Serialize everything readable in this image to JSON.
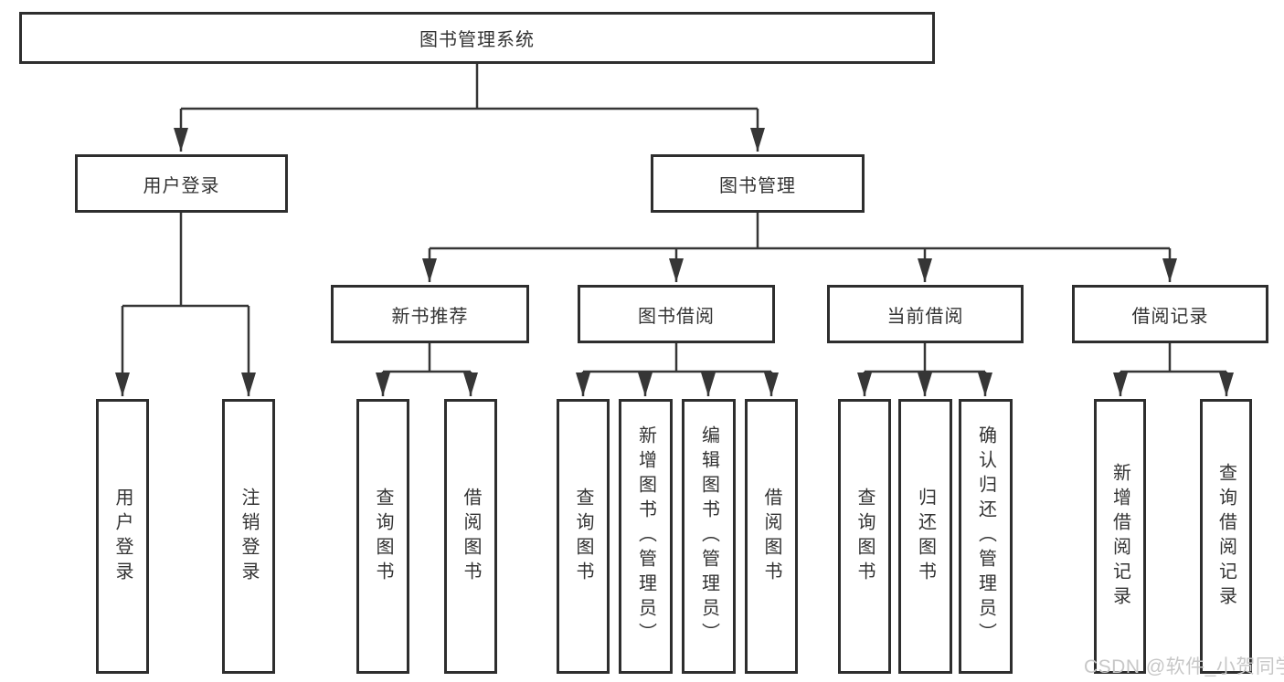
{
  "tree": {
    "root": {
      "label": "图书管理系统",
      "children": [
        {
          "label": "用户登录",
          "children": [
            {
              "label": "用户登录"
            },
            {
              "label": "注销登录"
            }
          ]
        },
        {
          "label": "图书管理",
          "children": [
            {
              "label": "新书推荐",
              "children": [
                {
                  "label": "查询图书"
                },
                {
                  "label": "借阅图书"
                }
              ]
            },
            {
              "label": "图书借阅",
              "children": [
                {
                  "label": "查询图书"
                },
                {
                  "label": "新增图书（管理员）"
                },
                {
                  "label": "编辑图书（管理员）"
                },
                {
                  "label": "借阅图书"
                }
              ]
            },
            {
              "label": "当前借阅",
              "children": [
                {
                  "label": "查询图书"
                },
                {
                  "label": "归还图书"
                },
                {
                  "label": "确认归还（管理员）"
                }
              ]
            },
            {
              "label": "借阅记录",
              "children": [
                {
                  "label": "新增借阅记录"
                },
                {
                  "label": "查询借阅记录"
                }
              ]
            }
          ]
        }
      ]
    }
  },
  "watermark": {
    "text": "CSDN @软件_小贺同学"
  },
  "colors": {
    "line": "#363636",
    "box_border": "#2e2e2e",
    "text": "#333333",
    "watermark": "#c7c7c7",
    "background": "#ffffff"
  }
}
